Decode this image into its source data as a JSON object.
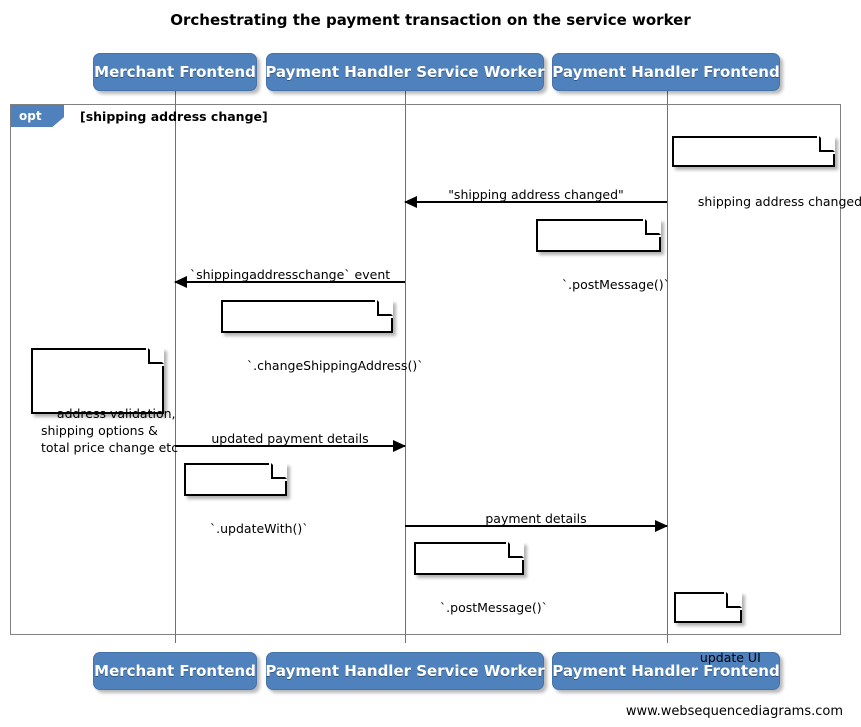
{
  "diagram": {
    "title": "Orchestrating the payment transaction on the service worker",
    "footer": "www.websequencediagrams.com",
    "colors": {
      "participant_fill": "#4f81bd",
      "participant_text": "#ffffff",
      "frame_stroke": "#808080",
      "lifeline": "#707070",
      "message_stroke": "#000000",
      "note_fill": "#ffffff",
      "note_stroke": "#000000",
      "background": "#ffffff"
    }
  },
  "participants": [
    {
      "id": "merchant-frontend",
      "label": "Merchant Frontend"
    },
    {
      "id": "payment-handler-service-worker",
      "label": "Payment Handler Service Worker"
    },
    {
      "id": "payment-handler-frontend",
      "label": "Payment Handler Frontend"
    }
  ],
  "fragment": {
    "type": "opt",
    "tab_label": "opt",
    "guard": "[shipping address change]"
  },
  "messages": [
    {
      "id": "msg-shipping-address-changed",
      "label": "\"shipping address changed\"",
      "from": "payment-handler-frontend",
      "to": "payment-handler-service-worker",
      "direction": "left"
    },
    {
      "id": "msg-shippingaddresschange-event",
      "label": "`shippingaddresschange` event",
      "from": "payment-handler-service-worker",
      "to": "merchant-frontend",
      "direction": "left"
    },
    {
      "id": "msg-updated-payment-details",
      "label": "updated payment details",
      "from": "merchant-frontend",
      "to": "payment-handler-service-worker",
      "direction": "right"
    },
    {
      "id": "msg-payment-details",
      "label": "payment details",
      "from": "payment-handler-service-worker",
      "to": "payment-handler-frontend",
      "direction": "right"
    }
  ],
  "notes": [
    {
      "id": "note-shipping-address-changed",
      "text": "shipping address changed"
    },
    {
      "id": "note-post-message-1",
      "text": "`.postMessage()`"
    },
    {
      "id": "note-change-shipping-address",
      "text": "`.changeShippingAddress()`"
    },
    {
      "id": "note-address-validation",
      "text": "address validation,\nshipping options &\ntotal price change etc"
    },
    {
      "id": "note-update-with",
      "text": "`.updateWith()`"
    },
    {
      "id": "note-post-message-2",
      "text": "`.postMessage()`"
    },
    {
      "id": "note-update-ui",
      "text": "update UI"
    }
  ]
}
